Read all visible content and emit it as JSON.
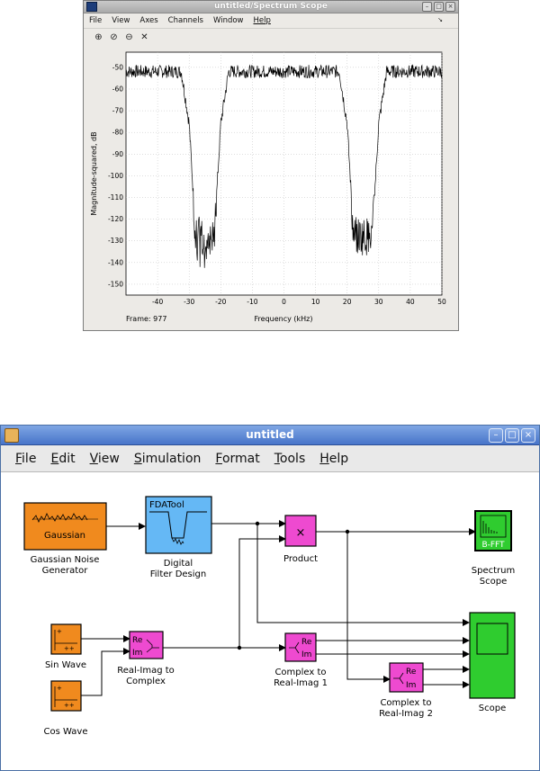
{
  "scope_window": {
    "title": "untitled/Spectrum Scope",
    "menu": [
      "File",
      "View",
      "Axes",
      "Channels",
      "Window",
      "Help"
    ],
    "toolbar_icons": [
      "zoom-in-icon",
      "zoom-x-icon",
      "zoom-y-icon",
      "autoscale-icon"
    ],
    "frame_label": "Frame: 977"
  },
  "chart_data": {
    "type": "line",
    "xlabel": "Frequency (kHz)",
    "ylabel": "Magnitude-squared, dB",
    "xlim": [
      -50,
      50
    ],
    "ylim": [
      -155,
      -43
    ],
    "xticks": [
      -40,
      -30,
      -20,
      -10,
      0,
      10,
      20,
      30,
      40,
      50
    ],
    "yticks": [
      -50,
      -60,
      -70,
      -80,
      -90,
      -100,
      -110,
      -120,
      -130,
      -140,
      -150
    ],
    "grid": true,
    "line_color": "#000000",
    "series": [
      {
        "x": [
          -50,
          -32.5,
          -30,
          -28,
          -22,
          -20,
          -17.5,
          17.5,
          20,
          22,
          28,
          30,
          32.5,
          50
        ],
        "y": [
          -51,
          -51,
          -75,
          -125,
          -125,
          -75,
          -51,
          -51,
          -75,
          -125,
          -125,
          -75,
          -51,
          -51
        ]
      }
    ]
  },
  "sim_window": {
    "title": "untitled",
    "menu": [
      "File",
      "Edit",
      "View",
      "Simulation",
      "Format",
      "Tools",
      "Help"
    ],
    "blocks": {
      "gaussian": {
        "inner": "Gaussian",
        "label1": "Gaussian Noise",
        "label2": "Generator"
      },
      "fdatool": {
        "inner": "FDATool",
        "label1": "Digital",
        "label2": "Filter Design"
      },
      "product": {
        "inner": "×",
        "label1": "Product"
      },
      "spectrum": {
        "inner": "B-FFT",
        "label1": "Spectrum",
        "label2": "Scope"
      },
      "sin": {
        "label1": "Sin Wave"
      },
      "cos": {
        "label1": "Cos Wave"
      },
      "ri2c": {
        "in1": "Re",
        "in2": "Im",
        "label1": "Real-Imag to",
        "label2": "Complex"
      },
      "c2ri1": {
        "out1": "Re",
        "out2": "Im",
        "label1": "Complex to",
        "label2": "Real-Imag 1"
      },
      "c2ri2": {
        "out1": "Re",
        "out2": "Im",
        "label1": "Complex to",
        "label2": "Real-Imag 2"
      },
      "scope": {
        "label1": "Scope"
      }
    },
    "colors": {
      "orange": "#f08a1e",
      "blue": "#65b8f5",
      "magenta": "#ee4ad0",
      "green": "#2fcc2f"
    }
  }
}
